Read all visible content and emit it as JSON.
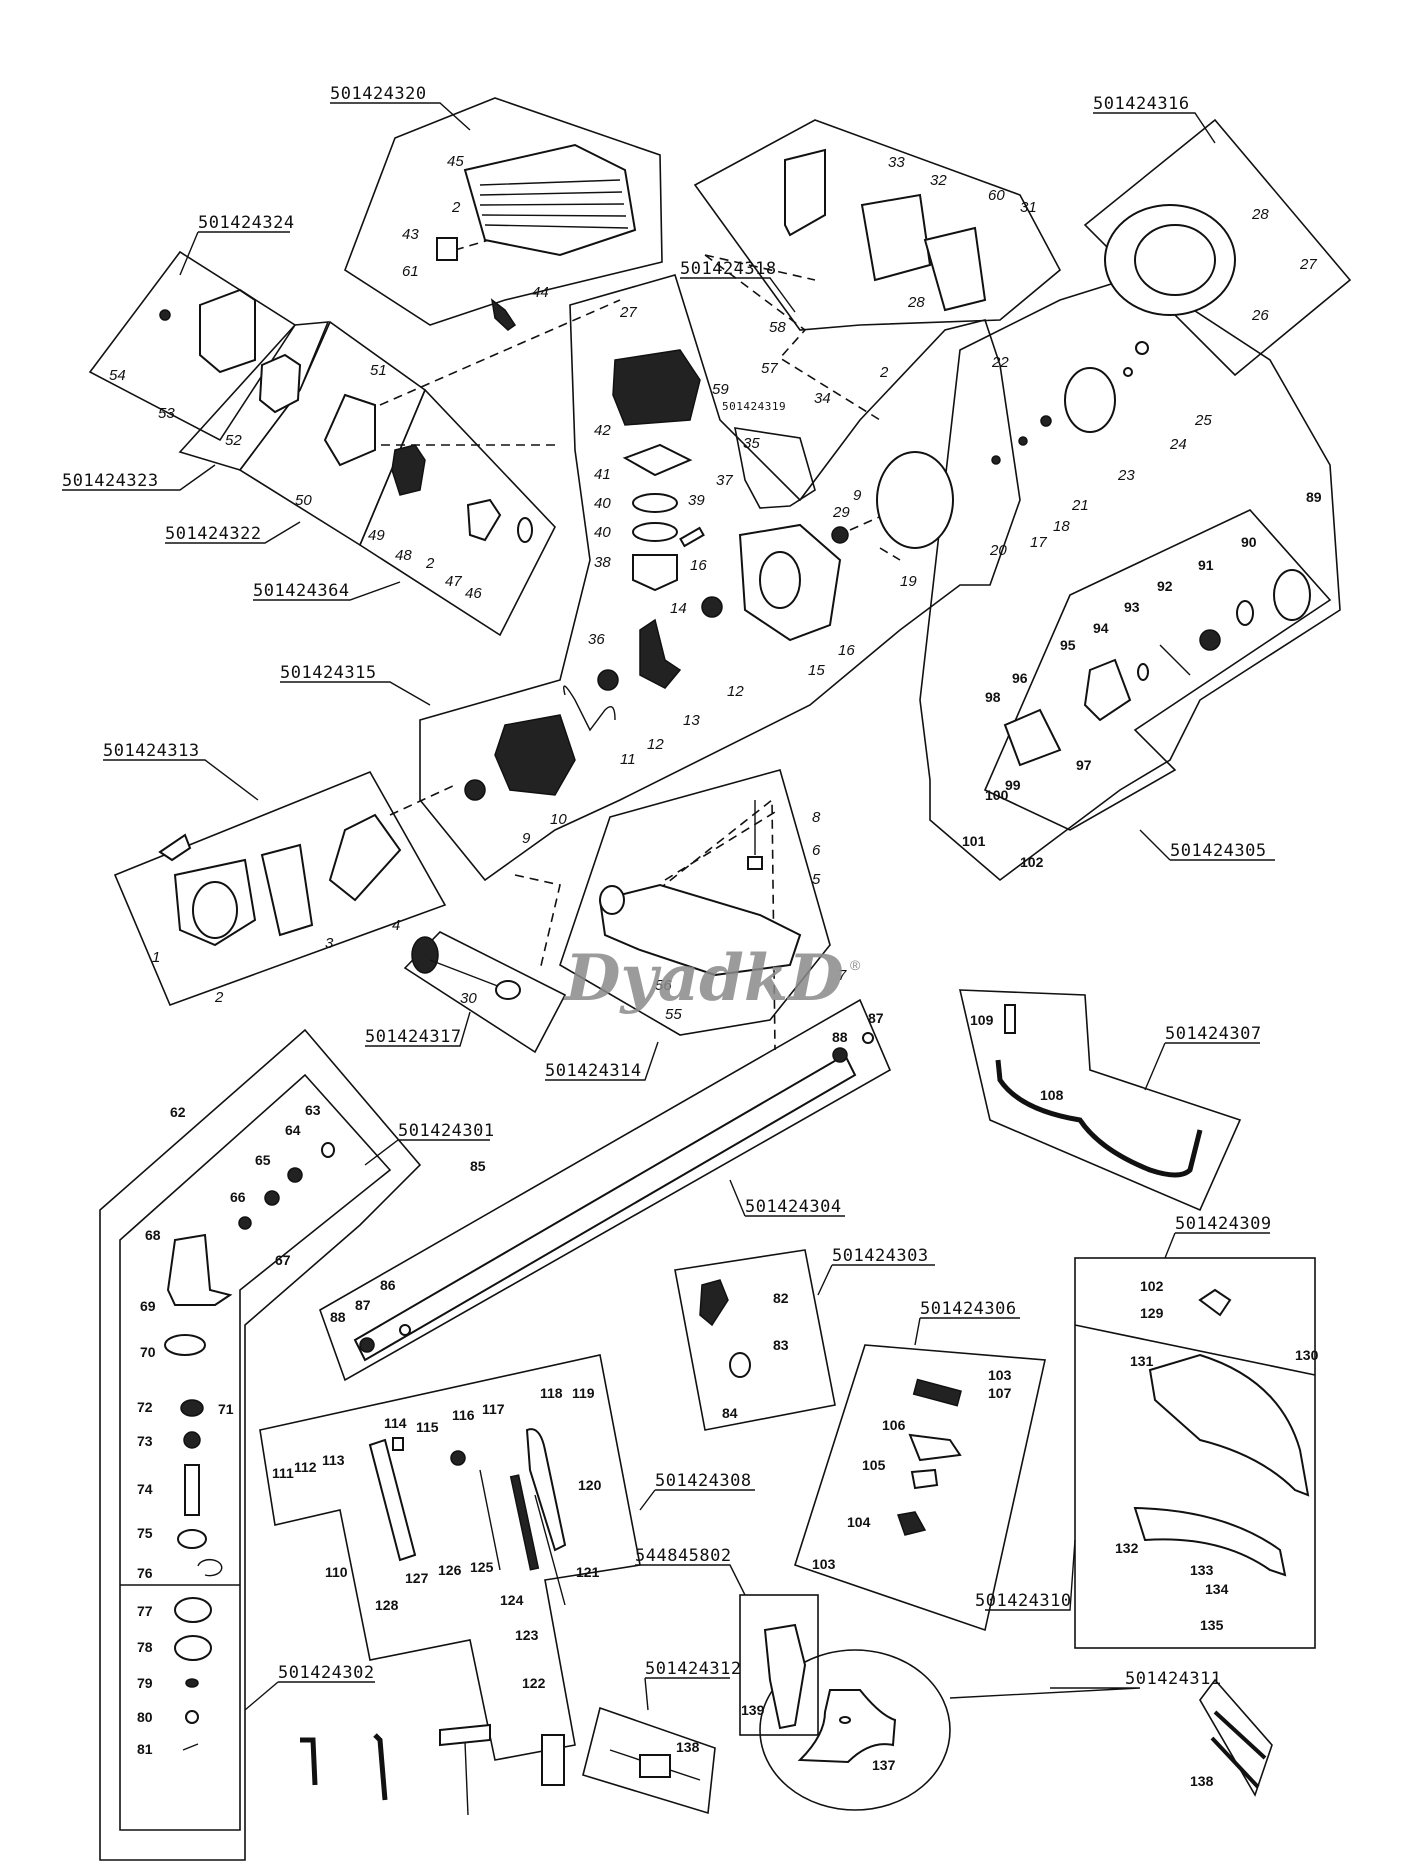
{
  "title": "Exploded parts diagram - brush cutter / trimmer",
  "watermark": {
    "text": "DyadkD",
    "mark": "®"
  },
  "groups": [
    {
      "id": "g320",
      "code": "501424320",
      "parts": [
        "45",
        "2",
        "43",
        "61"
      ]
    },
    {
      "id": "g324",
      "code": "501424324",
      "parts": [
        "54",
        "53"
      ]
    },
    {
      "id": "g323",
      "code": "501424323",
      "parts": [
        "52"
      ]
    },
    {
      "id": "g322",
      "code": "501424322",
      "parts": [
        "51",
        "50"
      ]
    },
    {
      "id": "g364",
      "code": "501424364",
      "parts": [
        "49",
        "48",
        "2",
        "47",
        "46"
      ]
    },
    {
      "id": "g318",
      "code": "501424318",
      "parts": [
        "34",
        "2",
        "58",
        "57",
        "59"
      ]
    },
    {
      "id": "g319",
      "code": "501424319",
      "parts": [
        "35"
      ]
    },
    {
      "id": "g316",
      "code": "501424316",
      "parts": [
        "28",
        "27",
        "26"
      ]
    },
    {
      "id": "g315",
      "code": "501424315",
      "parts": [
        "44",
        "27",
        "42",
        "41",
        "40",
        "40",
        "39",
        "38",
        "37",
        "36",
        "14",
        "13",
        "12",
        "12",
        "11",
        "10",
        "9",
        "16",
        "16",
        "15",
        "29",
        "9",
        "20",
        "19"
      ]
    },
    {
      "id": "g313",
      "code": "501424313",
      "parts": [
        "1",
        "2",
        "3",
        "4"
      ]
    },
    {
      "id": "g305",
      "code": "501424305",
      "parts": [
        "22",
        "21",
        "18",
        "17",
        "23",
        "24",
        "25",
        "89",
        "90",
        "91",
        "92",
        "93",
        "94",
        "95",
        "96",
        "97",
        "98",
        "99",
        "100",
        "101",
        "102"
      ]
    },
    {
      "id": "g314",
      "code": "501424314",
      "parts": [
        "8",
        "6",
        "5",
        "7",
        "56",
        "55"
      ]
    },
    {
      "id": "g317",
      "code": "501424317",
      "parts": [
        "30"
      ]
    },
    {
      "id": "g307",
      "code": "501424307",
      "parts": [
        "109",
        "108"
      ]
    },
    {
      "id": "g301",
      "code": "501424301",
      "parts": [
        "62",
        "63",
        "64",
        "65",
        "66",
        "67",
        "68",
        "69",
        "70",
        "71"
      ]
    },
    {
      "id": "g304",
      "code": "501424304",
      "parts": [
        "85",
        "86",
        "87",
        "88",
        "87",
        "88"
      ]
    },
    {
      "id": "g302",
      "code": "501424302",
      "parts": [
        "72",
        "73",
        "74",
        "75",
        "76",
        "77",
        "78",
        "79",
        "80",
        "81"
      ]
    },
    {
      "id": "g303",
      "code": "501424303",
      "parts": [
        "82",
        "83",
        "84"
      ]
    },
    {
      "id": "g306",
      "code": "501424306",
      "parts": [
        "103",
        "107",
        "106",
        "105",
        "104",
        "103"
      ]
    },
    {
      "id": "g308",
      "code": "501424308",
      "parts": [
        "110",
        "111",
        "112",
        "113",
        "114",
        "115",
        "116",
        "117",
        "118",
        "119",
        "120",
        "121",
        "122",
        "123",
        "124",
        "125",
        "126",
        "127",
        "128"
      ]
    },
    {
      "id": "g309",
      "code": "501424309",
      "parts": [
        "102",
        "129",
        "130",
        "131"
      ]
    },
    {
      "id": "g310",
      "code": "501424310",
      "parts": [
        "132",
        "133",
        "134",
        "135"
      ]
    },
    {
      "id": "g802",
      "code": "544845802",
      "parts": [
        "139"
      ]
    },
    {
      "id": "g312",
      "code": "501424312",
      "parts": [
        "138"
      ]
    },
    {
      "id": "g311",
      "code": "501424311",
      "parts": [
        "137",
        "138"
      ]
    }
  ],
  "group_labels": {
    "g320": "501424320",
    "g324": "501424324",
    "g323": "501424323",
    "g322": "501424322",
    "g364": "501424364",
    "g318": "501424318",
    "g319": "501424319",
    "g316": "501424316",
    "g315": "501424315",
    "g313": "501424313",
    "g305": "501424305",
    "g314": "501424314",
    "g317": "501424317",
    "g307": "501424307",
    "g301": "501424301",
    "g304": "501424304",
    "g302": "501424302",
    "g303": "501424303",
    "g306": "501424306",
    "g308": "501424308",
    "g309": "501424309",
    "g310": "501424310",
    "g802": "544845802",
    "g312": "501424312",
    "g311": "501424311"
  },
  "labels": {
    "p45": "45",
    "p2a": "2",
    "p43": "43",
    "p61": "61",
    "p44": "44",
    "p54": "54",
    "p53": "53",
    "p52": "52",
    "p51": "51",
    "p50": "50",
    "p49": "49",
    "p48": "48",
    "p2b": "2",
    "p47": "47",
    "p46": "46",
    "p33": "33",
    "p32": "32",
    "p60": "60",
    "p31": "31",
    "p28a": "28",
    "p28b": "28",
    "p27b": "27",
    "p26": "26",
    "p27a": "27",
    "p58": "58",
    "p57": "57",
    "p59": "59",
    "p34": "34",
    "p2c": "2",
    "p35": "35",
    "p29": "29",
    "p42": "42",
    "p41": "41",
    "p40a": "40",
    "p40b": "40",
    "p39": "39",
    "p37": "37",
    "p38": "38",
    "p9a": "9",
    "p20": "20",
    "p19": "19",
    "p16a": "16",
    "p16b": "16",
    "p15": "15",
    "p36": "36",
    "p14": "14",
    "p12a": "12",
    "p12b": "12",
    "p13": "13",
    "p11": "11",
    "p10": "10",
    "p9b": "9",
    "p22": "22",
    "p25": "25",
    "p24": "24",
    "p23": "23",
    "p21": "21",
    "p18": "18",
    "p17": "17",
    "p89": "89",
    "p90": "90",
    "p91": "91",
    "p92": "92",
    "p93": "93",
    "p94": "94",
    "p95": "95",
    "p96": "96",
    "p97": "97",
    "p98": "98",
    "p99": "99",
    "p100": "100",
    "p101": "101",
    "p102a": "102",
    "p1": "1",
    "p2d": "2",
    "p3": "3",
    "p4": "4",
    "p8": "8",
    "p6": "6",
    "p5": "5",
    "p7": "7",
    "p56": "56",
    "p55": "55",
    "p30": "30",
    "p109": "109",
    "p108": "108",
    "p62": "62",
    "p63": "63",
    "p64": "64",
    "p65": "65",
    "p66": "66",
    "p67": "67",
    "p68": "68",
    "p69": "69",
    "p70": "70",
    "p71": "71",
    "p72": "72",
    "p73": "73",
    "p74": "74",
    "p75": "75",
    "p76": "76",
    "p77": "77",
    "p78": "78",
    "p79": "79",
    "p80": "80",
    "p81": "81",
    "p85": "85",
    "p86": "86",
    "p87a": "87",
    "p88a": "88",
    "p87b": "87",
    "p88b": "88",
    "p82": "82",
    "p83": "83",
    "p84": "84",
    "p103a": "103",
    "p107": "107",
    "p106": "106",
    "p105": "105",
    "p104": "104",
    "p103b": "103",
    "p111": "111",
    "p112": "112",
    "p113": "113",
    "p114": "114",
    "p115": "115",
    "p116": "116",
    "p117": "117",
    "p118": "118",
    "p119": "119",
    "p120": "120",
    "p121": "121",
    "p122": "122",
    "p123": "123",
    "p124": "124",
    "p125": "125",
    "p126": "126",
    "p127": "127",
    "p128": "128",
    "p110": "110",
    "p102b": "102",
    "p129": "129",
    "p130": "130",
    "p131": "131",
    "p132": "132",
    "p133": "133",
    "p134": "134",
    "p135": "135",
    "p139": "139",
    "p138a": "138",
    "p137": "137",
    "p138b": "138"
  },
  "tools": [
    "hex-key-small",
    "hex-key-large",
    "spark-plug-wrench",
    "grease-tube"
  ]
}
